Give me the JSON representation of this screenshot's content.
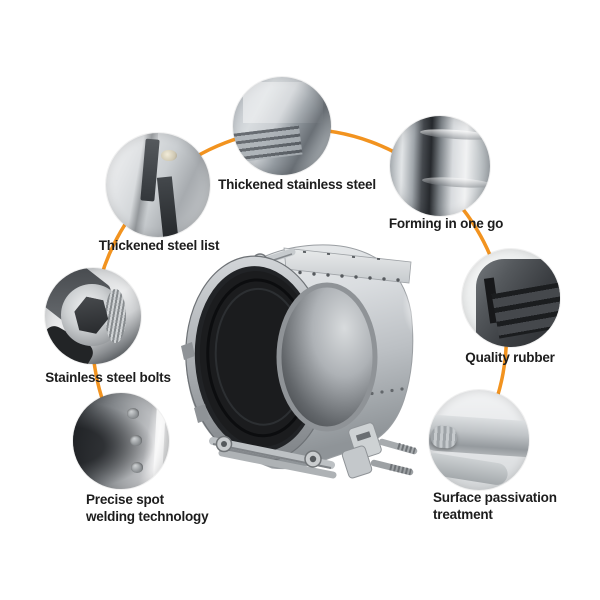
{
  "diagram": {
    "title_hidden": "",
    "background": "#FFFFFF",
    "arc_color": "#F2931F",
    "label_color": "#1D1D1D",
    "product": {
      "name": "stainless-steel-pipe-repair-coupling"
    }
  },
  "callouts": [
    {
      "id": "thickened-steel-list",
      "label": "Thickened steel list",
      "photo": "steel-hinge-detail"
    },
    {
      "id": "thickened-stainless-steel",
      "label": "Thickened stainless steel",
      "photo": "stacked-steel-sheets"
    },
    {
      "id": "forming-in-one-go",
      "label": "Forming in one go",
      "photo": "formed-metal-body"
    },
    {
      "id": "quality-rubber",
      "label": "Quality rubber",
      "photo": "rubber-gasket-profile"
    },
    {
      "id": "stainless-steel-bolts",
      "label": "Stainless steel bolts",
      "photo": "hex-socket-bolt"
    },
    {
      "id": "precise-spot-welding",
      "label": "Precise spot\nwelding technology",
      "photo": "spot-welded-plate"
    },
    {
      "id": "surface-passivation",
      "label": "Surface passivation\ntreatment",
      "photo": "passivated-pipe-bolt"
    }
  ]
}
